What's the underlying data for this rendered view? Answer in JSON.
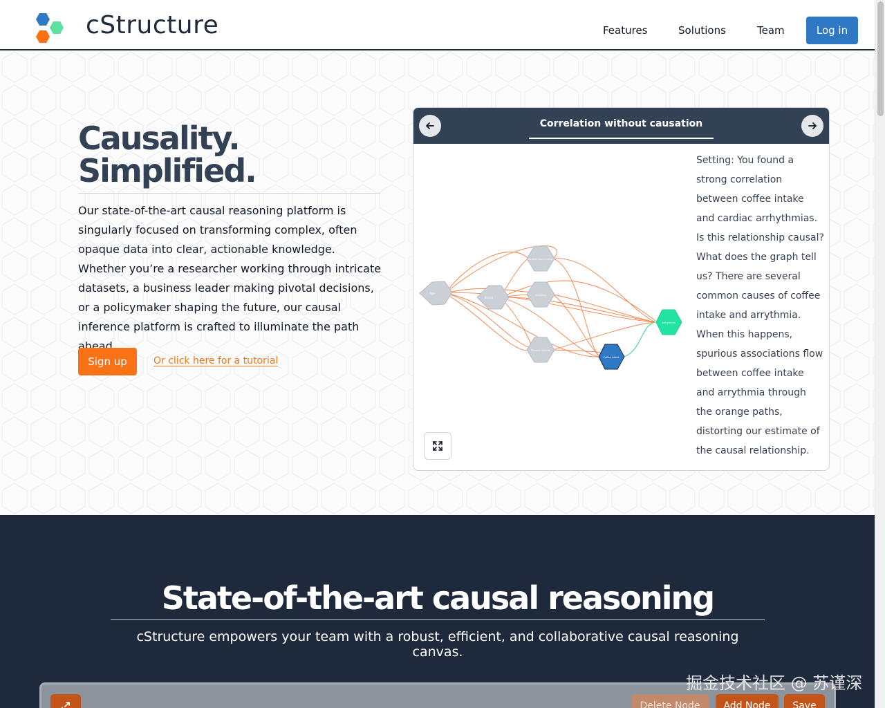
{
  "header": {
    "brand": "cStructure",
    "nav": [
      "Features",
      "Solutions",
      "Team"
    ],
    "login_label": "Log in",
    "logo_colors": [
      "#2f78c4",
      "#5ee0a3",
      "#f97316"
    ]
  },
  "hero": {
    "title_line1": "Causality.",
    "title_line2": "Simplified.",
    "body": "Our state-of-the-art causal reasoning platform is singularly focused on transforming complex, often opaque data into clear, actionable knowledge. Whether you’re a researcher working through intricate datasets, a business leader making pivotal decisions, or a policymaker shaping the future, our causal inference platform is crafted to illuminate the path ahead.",
    "signup_label": "Sign up",
    "tutorial_label": "Or click here for a tutorial"
  },
  "card": {
    "title": "Correlation without causation",
    "prev_icon": "arrow-left-icon",
    "next_icon": "arrow-right-icon",
    "description": "Setting: You found a strong correlation between coffee intake and cardiac arrhythmias. Is this relationship causal? What does the graph tell us? There are several common causes of coffee intake and arrythmia. When this happens, spurious associations flow between coffee intake and arrythmia through the orange paths, distorting our estimate of the causal relationship.",
    "expand_icon": "expand-icon",
    "graph_nodes": {
      "age": "Age",
      "stress": "Stress",
      "alcohol": "Alcohol Consumption",
      "smoking": "Smoking",
      "physical": "Physical Activity",
      "coffee": "Coffee Intake",
      "arrhythmia": "Arrhythmia"
    },
    "colors": {
      "header": "#334155",
      "confounder_node": "#cbd0d6",
      "coffee_node": "#2f78c4",
      "arrhythmia_node": "#22e3a1",
      "spurious_edge": "#f26b2a",
      "causal_edge": "#34d399"
    }
  },
  "section2": {
    "title": "State-of-the-art causal reasoning",
    "subtitle": "cStructure empowers your team with a robust, efficient, and collaborative causal reasoning canvas.",
    "canvas_buttons": {
      "open_icon": "open-external-icon",
      "delete": "Delete Node",
      "add": "Add Node",
      "save": "Save"
    }
  },
  "watermark": "掘金技术社区 @ 苏谨深"
}
